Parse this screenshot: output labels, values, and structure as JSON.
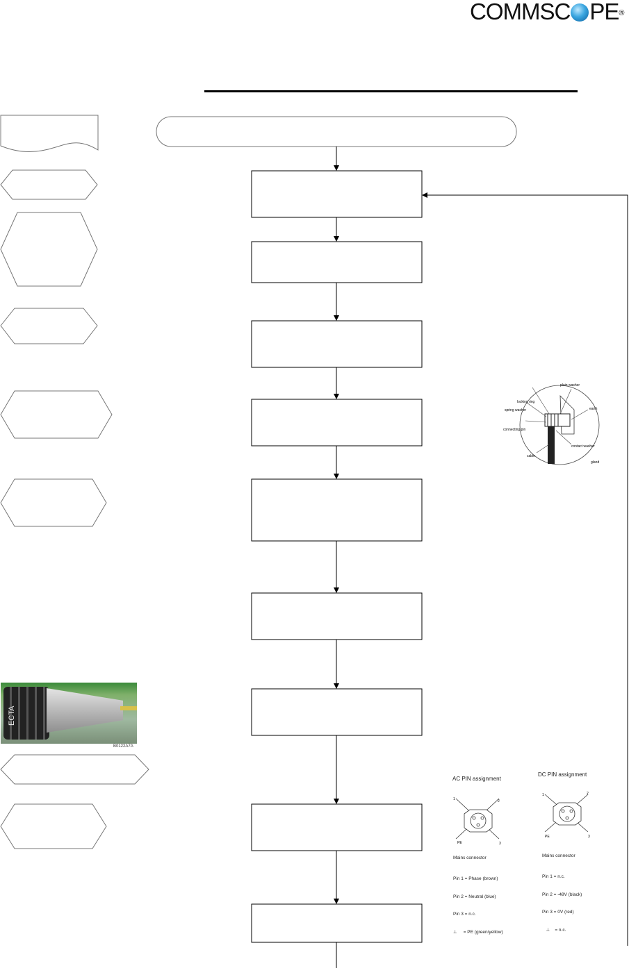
{
  "brand": {
    "name": "COMMSC",
    "name_tail": "PE",
    "registered": "®",
    "accent_color": "#1a86c8"
  },
  "photo": {
    "label": "ECTA",
    "caption": "B0122A7A"
  },
  "ac_pin": {
    "title": "AC PIN assignment",
    "pin1": "1",
    "pin2": "2",
    "pin3": "3",
    "pe": "PE",
    "caption": "Mains connector",
    "lines": [
      "Pin 1 = Phase (brown)",
      "Pin 2 = Neutral (blue)",
      "Pin 3 = n.c.",
      "= PE (green/yellow)"
    ]
  },
  "dc_pin": {
    "title": "DC PIN assignment",
    "pin1": "1",
    "pin2": "2",
    "pin3": "3",
    "pe": "PE",
    "caption": "Mains connector",
    "lines": [
      "Pin 1 = n.c.",
      "Pin 2 = -48V (black)",
      "Pin 3 = 0V (red)",
      "= n.c."
    ]
  },
  "gland_figure": {
    "labels": [
      "plain washer",
      "locking ring",
      "spring washer",
      "earth",
      "connecting pin",
      "cable",
      "contact washer"
    ],
    "caption": "gland"
  }
}
